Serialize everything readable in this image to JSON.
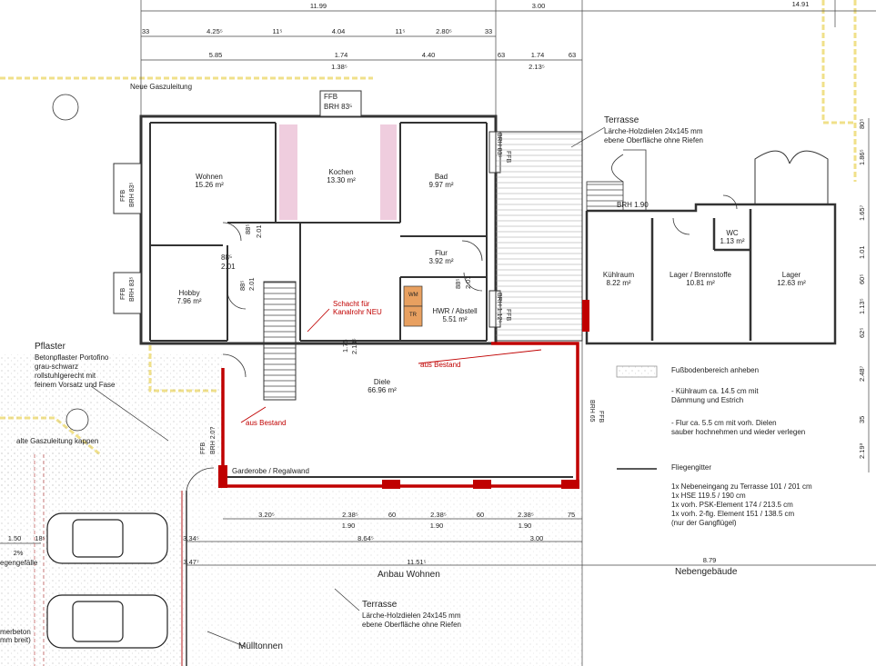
{
  "dims_top": {
    "row1": [
      "11.99",
      "3.00",
      "14.91"
    ],
    "row2": [
      "33",
      "4.25⁵",
      "11⁵",
      "4.04",
      "11⁵",
      "2.80⁵",
      "33"
    ],
    "row3": [
      "5.85",
      "1.74",
      "4.40",
      "63",
      "1.74",
      "63"
    ],
    "row3_sub": [
      "1.38⁵",
      "2.13⁵"
    ]
  },
  "dims_right": [
    "80⁵",
    "1.86⁵",
    "1.65⁷",
    "1.01",
    "60⁵",
    "1.13⁵",
    "62⁵",
    "2.48⁷",
    "35",
    "2.19³"
  ],
  "dims_bottom": {
    "row1": [
      "3.20⁵",
      "2.38⁵",
      "60",
      "2.38⁵",
      "60",
      "2.38⁵",
      "75"
    ],
    "row1_sub": [
      "1.90",
      "1.90",
      "1.90"
    ],
    "row2": [
      "3.34⁵",
      "8.64⁵",
      "3.00"
    ],
    "row3": [
      "3.47⁷",
      "11.51⁵",
      "8.79"
    ],
    "left": [
      "1.50",
      "18⁵",
      "2%"
    ]
  },
  "rooms": {
    "wohnen": {
      "name": "Wohnen",
      "area": "15.26 m²"
    },
    "kochen": {
      "name": "Kochen",
      "area": "13.30 m²"
    },
    "bad": {
      "name": "Bad",
      "area": "9.97 m²"
    },
    "hobby": {
      "name": "Hobby",
      "area": "7.96 m²"
    },
    "flur": {
      "name": "Flur",
      "area": "3.92 m²"
    },
    "hwr": {
      "name": "HWR / Abstell",
      "area": "5.51 m²"
    },
    "diele": {
      "name": "Diele",
      "area": "66.96 m²"
    },
    "kuehlraum": {
      "name": "Kühlraum",
      "area": "8.22 m²"
    },
    "lager_brenn": {
      "name": "Lager / Brennstoffe",
      "area": "10.81 m²"
    },
    "lager": {
      "name": "Lager",
      "area": "12.63 m²"
    },
    "wc": {
      "name": "WC",
      "area": "1.13 m²"
    }
  },
  "door_dims": [
    "88⁵",
    "2.01",
    "88⁵",
    "2.01",
    "88⁵",
    "2.01",
    "88⁵",
    "2.01",
    "1.75",
    "2.13⁵"
  ],
  "ffb": {
    "label": "FFB",
    "brh_top": "BRH 83⁵",
    "brh_side": "BRH 83⁵",
    "brh_hobby": "BRH 83⁵",
    "brh_bad": "BRH 83⁵",
    "brh_hwr": "BRH 1.12⁵",
    "brh_stair": "BRH 1.90",
    "brh_left": "BRH 2.0?",
    "ffb_65": "BRH 65"
  },
  "terrasse_top": {
    "title": "Terrasse",
    "line1": "Lärche-Holzdielen 24x145 mm",
    "line2": "ebene Oberfläche ohne Riefen"
  },
  "terrasse_bottom": {
    "title": "Terrasse",
    "line1": "Lärche-Holzdielen 24x145 mm",
    "line2": "ebene Oberfläche ohne Riefen"
  },
  "labels": {
    "neue_gas": "Neue Gaszuleitung",
    "alte_gas": "alte Gaszuleitung kappen",
    "schacht": [
      "Schacht für",
      "Kanalrohr NEU"
    ],
    "aus_bestand_1": "aus Bestand",
    "aus_bestand_2": "aus Bestand",
    "garderobe": "Garderobe / Regalwand",
    "anbau": "Anbau Wohnen",
    "nebengebaeude": "Nebengebäude",
    "muelltonnen": "Mülltonnen",
    "gefaelle": "egengefälle",
    "randbeton": [
      "merbeton",
      "mm breit)"
    ],
    "wm": "WM",
    "tr": "TR"
  },
  "pflaster": {
    "title": "Pflaster",
    "lines": [
      "Betonpflaster Portofino",
      "grau-schwarz",
      "rollstuhlgerecht mit",
      "feinem Vorsatz und Fase"
    ]
  },
  "legend": {
    "fussboden": "Fußbodenbereich anheben",
    "kuehl": [
      "- Kühlraum ca. 14.5 cm mit",
      "  Dämmung und Estrich"
    ],
    "flur": [
      "- Flur ca. 5.5 cm mit vorh. Dielen",
      "  sauber hochnehmen und wieder verlegen"
    ],
    "fliegengitter": "Fliegengitter",
    "items": [
      "1x Nebeneingang zu Terrasse 101 / 201 cm",
      "1x HSE 119.5 / 190 cm",
      "1x vorh. PSK-Element  174 / 213.5 cm",
      "1x vorh. 2-flg. Element 151 / 138.5 cm",
      "      (nur der Gangflügel)"
    ]
  },
  "colors": {
    "wall": "#333333",
    "red_wall": "#c00000",
    "gas_line": "#f0e08a",
    "hatch": "#bbbbbb",
    "pink": "#e8b8d0",
    "orange": "#e8a060"
  }
}
